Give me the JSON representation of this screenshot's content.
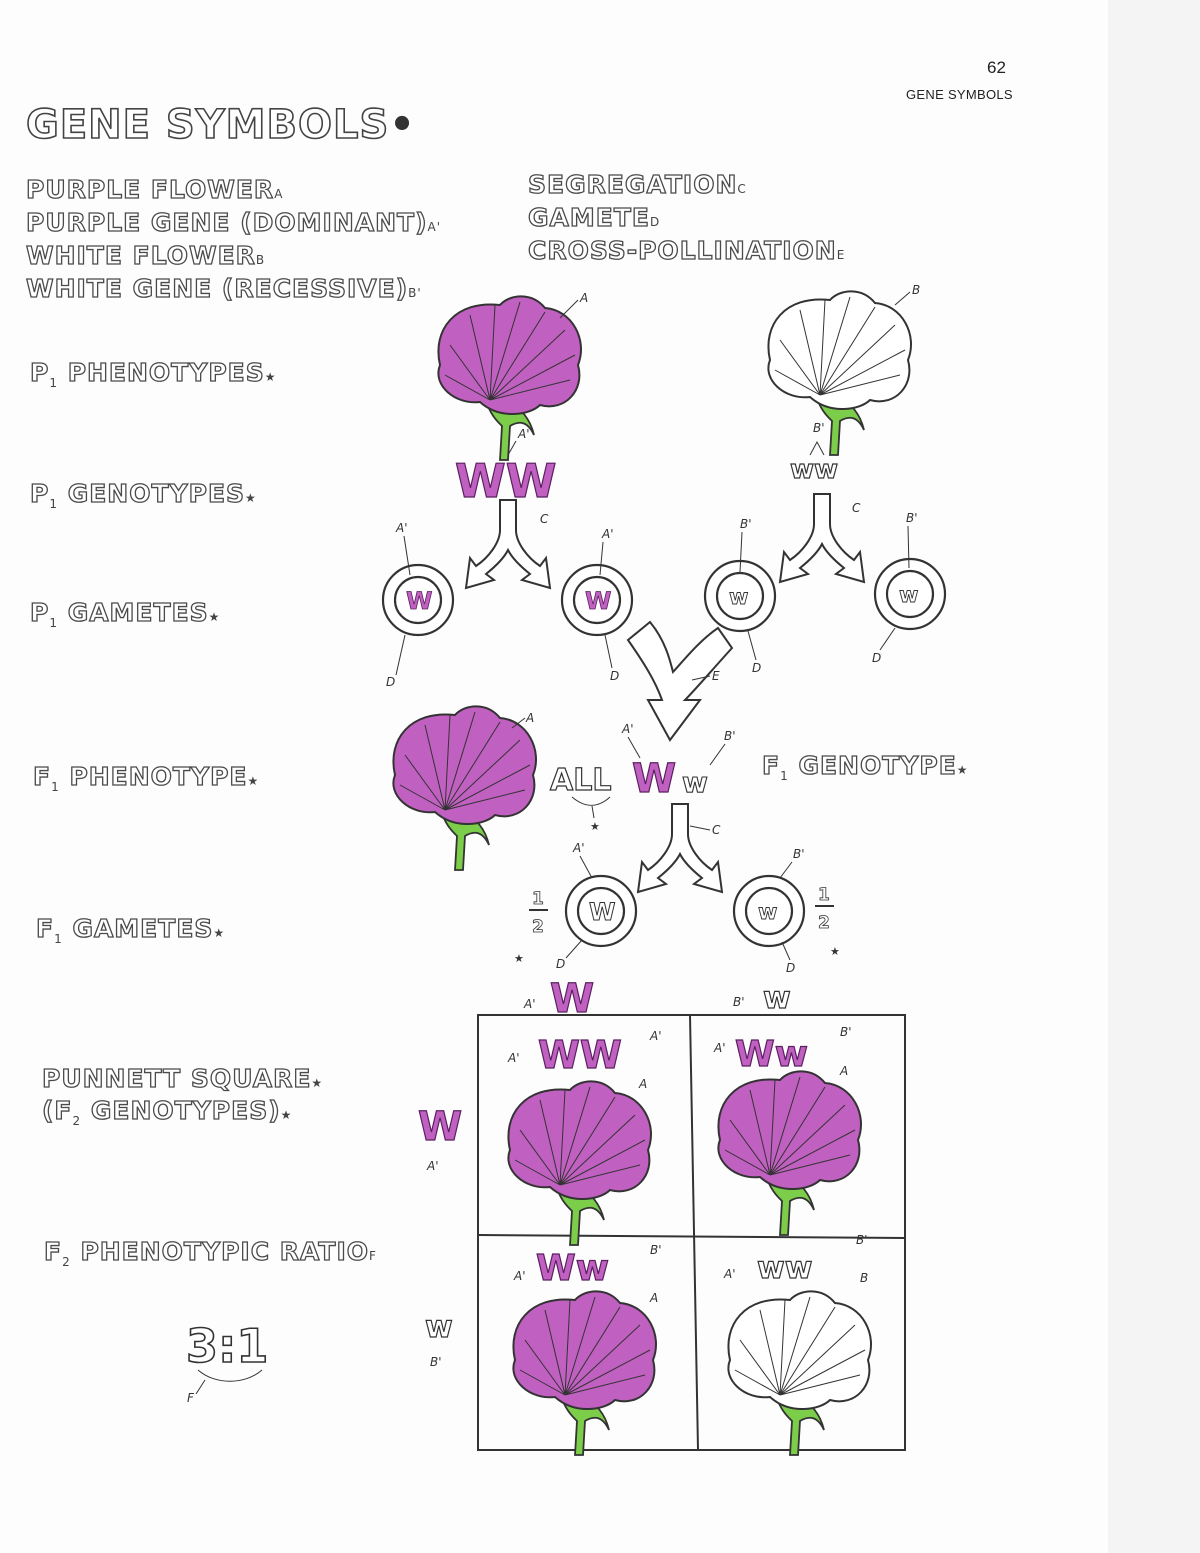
{
  "page": {
    "number": "62",
    "running_head": "GENE SYMBOLS"
  },
  "title": "GENE SYMBOLS",
  "colors": {
    "purple": "#c060c0",
    "purple_dark": "#7a2a80",
    "green": "#7ccd4a",
    "ink": "#333333",
    "white_flower": "#ffffff"
  },
  "legend_left": [
    {
      "term": "PURPLE FLOWER",
      "tag": "A"
    },
    {
      "term": "PURPLE GENE (DOMINANT)",
      "tag": "A'"
    },
    {
      "term": "WHITE FLOWER",
      "tag": "B"
    },
    {
      "term": "WHITE GENE (RECESSIVE)",
      "tag": "B'"
    }
  ],
  "legend_right": [
    {
      "term": "SEGREGATION",
      "tag": "C"
    },
    {
      "term": "GAMETE",
      "tag": "D"
    },
    {
      "term": "CROSS-POLLINATION",
      "tag": "E"
    }
  ],
  "rows": {
    "p1_phenotypes": {
      "pre": "P",
      "sub": "1",
      "text": "PHENOTYPES"
    },
    "p1_genotypes": {
      "pre": "P",
      "sub": "1",
      "text": "GENOTYPES"
    },
    "p1_gametes": {
      "pre": "P",
      "sub": "1",
      "text": "GAMETES"
    },
    "f1_phenotype": {
      "pre": "F",
      "sub": "1",
      "text": "PHENOTYPE"
    },
    "f1_genotype": {
      "pre": "F",
      "sub": "1",
      "text": "GENOTYPE"
    },
    "f1_gametes": {
      "pre": "F",
      "sub": "1",
      "text": "GAMETES"
    },
    "punnett_1": "PUNNETT SQUARE",
    "punnett_2": {
      "pre": "(F",
      "sub": "2",
      "text": "GENOTYPES)"
    },
    "f2_ratio_label": {
      "pre": "F",
      "sub": "2",
      "text": "PHENOTYPIC RATIO"
    }
  },
  "star": "★",
  "genotypes": {
    "p1_purple": "WW",
    "p1_white": "ww",
    "f1_all": "ALL",
    "f1_big": "W",
    "f1_small": "w"
  },
  "gamete_letters": {
    "purple": "W",
    "white": "w"
  },
  "half": {
    "num": "1",
    "den": "2"
  },
  "punnett": {
    "col_headers": [
      "W",
      "w"
    ],
    "row_headers": [
      "W",
      "w"
    ],
    "cells": [
      [
        "WW",
        "Ww"
      ],
      [
        "Ww",
        "ww"
      ]
    ]
  },
  "ratio": "3:1",
  "callouts": {
    "A": "A",
    "Ap": "A'",
    "B": "B",
    "Bp": "B'",
    "C": "C",
    "D": "D",
    "E": "E",
    "F": "F"
  }
}
